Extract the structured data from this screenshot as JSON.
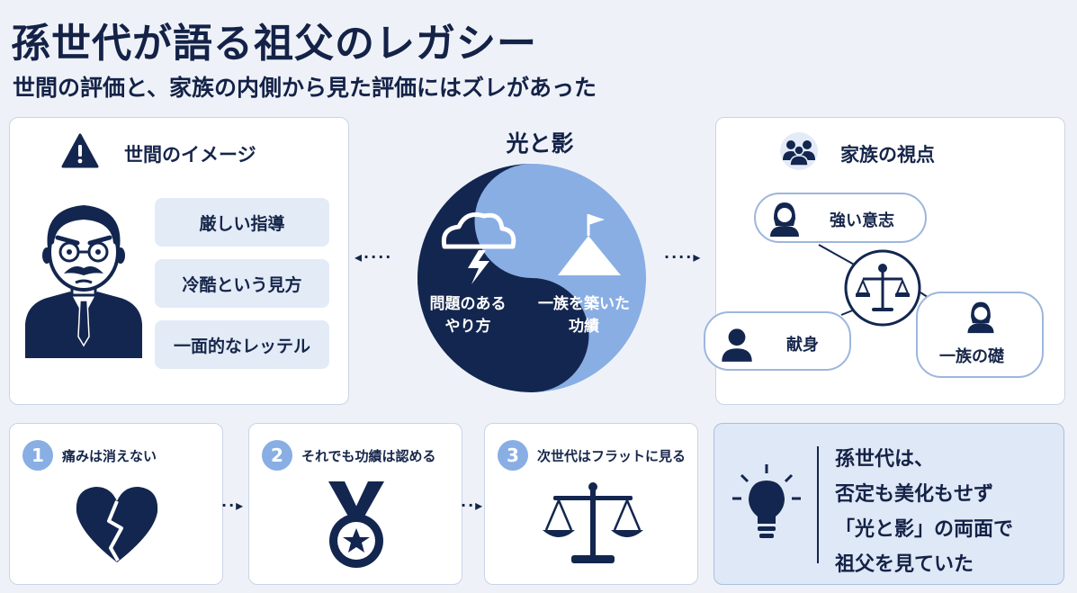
{
  "header": {
    "title": "孫世代が語る祖父のレガシー",
    "subtitle": "世間の評価と、家族の内側から見た評価にはズレがあった"
  },
  "left_panel": {
    "heading": "世間のイメージ",
    "icon": "warning-icon",
    "items": [
      "厳しい指導",
      "冷酷という見方",
      "一面的なレッテル"
    ]
  },
  "center": {
    "title": "光と影",
    "dark_text": [
      "問題のある",
      "やり方"
    ],
    "light_text": [
      "一族を築いた",
      "功績"
    ],
    "dark_color": "#13264f",
    "light_color": "#88aee4"
  },
  "right_panel": {
    "heading": "家族の視点",
    "icon": "family-icon",
    "bubbles": [
      "強い意志",
      "献身",
      "一族の礎"
    ]
  },
  "steps": [
    {
      "num": "1",
      "label": "痛みは消えない",
      "icon": "broken-heart-icon"
    },
    {
      "num": "2",
      "label": "それでも功績は認める",
      "icon": "medal-icon"
    },
    {
      "num": "3",
      "label": "次世代はフラットに見る",
      "icon": "scales-icon"
    }
  ],
  "summary": {
    "icon": "lightbulb-icon",
    "lines": [
      "孫世代は、",
      "否定も美化もせず",
      "「光と影」の両面で",
      "祖父を見ていた"
    ]
  },
  "colors": {
    "navy": "#13264f",
    "accent": "#88aee4",
    "background": "#eef2f8"
  }
}
